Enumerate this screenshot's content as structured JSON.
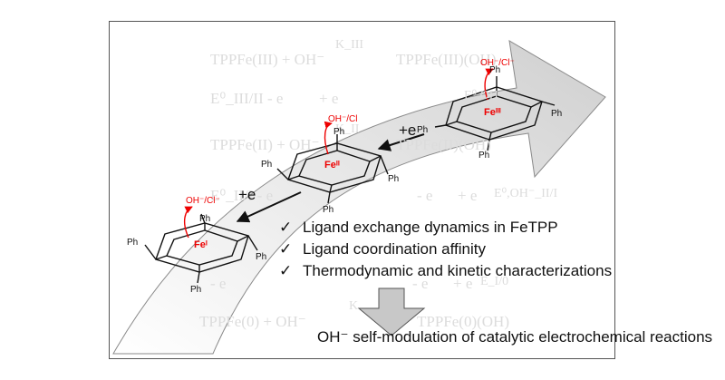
{
  "watermark": {
    "r1_left": "TPPFe(III) + OH⁻",
    "r1_k": "K_III",
    "r1_right": "TPPFe(III)(OH)",
    "e1_left": "E⁰_III/II - e",
    "e1_right": "+ e",
    "e1_right2": "E⁰,OH⁻",
    "r2_left": "TPPFe(II) + OH⁻",
    "r2_k": "K_II",
    "r2_right": "TPPFe(II)(OH)",
    "e2_left": "E⁰_II/I - e",
    "e2_right": "- e",
    "e2_right2": "+ e",
    "e2_right3": "E⁰,OH⁻_II/I",
    "e3_left": "- e",
    "e3_right": "- e",
    "e3_right2": "+ e",
    "e3_right3": "E_I/0",
    "r4_left": "TPPFe(0) + OH⁻",
    "r4_k": "K",
    "r4_right": "TPPFe(0)(OH)"
  },
  "molecules": [
    {
      "fe": "Feᴵᴵᴵ",
      "ligand": "OH⁻/Cl⁻",
      "ph": "Ph"
    },
    {
      "fe": "Feᴵᴵ",
      "ligand": "OH⁻/Cl",
      "ph": "Ph"
    },
    {
      "fe": "Feᴵ",
      "ligand": "OH⁻/Cl⁻",
      "ph": "Ph"
    }
  ],
  "reductions": [
    "+e",
    "+e"
  ],
  "bullets": [
    {
      "check": "✓",
      "text": "Ligand exchange dynamics in FeTPP"
    },
    {
      "check": "✓",
      "text": "Ligand coordination affinity"
    },
    {
      "check": "✓",
      "text": "Thermodynamic and kinetic characterizations"
    }
  ],
  "conclusion": "OH⁻ self-modulation of catalytic electrochemical reactions",
  "colors": {
    "accent": "#e00000",
    "arrow_fill": "#d9d9d9",
    "ink": "#111111"
  }
}
